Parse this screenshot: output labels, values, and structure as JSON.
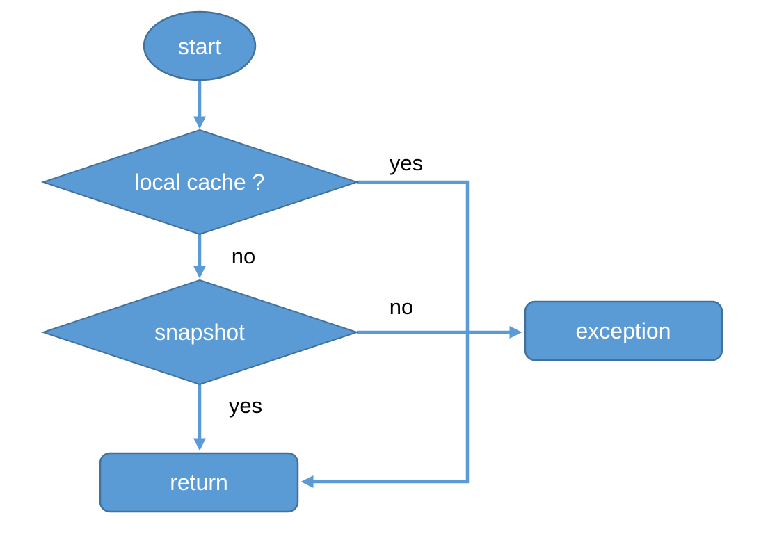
{
  "diagram": {
    "type": "flowchart",
    "colors": {
      "shape_fill": "#5b9bd5",
      "shape_stroke": "#41719c",
      "connector": "#5b9bd5",
      "shape_text": "#ffffff",
      "label_text": "#000000",
      "background": "#ffffff"
    },
    "nodes": [
      {
        "id": "start",
        "type": "terminator-ellipse",
        "label": "start"
      },
      {
        "id": "local-cache",
        "type": "decision-diamond",
        "label": "local cache ?"
      },
      {
        "id": "snapshot",
        "type": "decision-diamond",
        "label": "snapshot"
      },
      {
        "id": "return",
        "type": "process-rounded-rect",
        "label": "return"
      },
      {
        "id": "exception",
        "type": "process-rounded-rect",
        "label": "exception"
      }
    ],
    "edges": [
      {
        "from": "start",
        "to": "local-cache",
        "label": ""
      },
      {
        "from": "local-cache",
        "to": "return",
        "label": "yes"
      },
      {
        "from": "local-cache",
        "to": "snapshot",
        "label": "no"
      },
      {
        "from": "snapshot",
        "to": "exception",
        "label": "no"
      },
      {
        "from": "snapshot",
        "to": "return",
        "label": "yes"
      }
    ]
  }
}
